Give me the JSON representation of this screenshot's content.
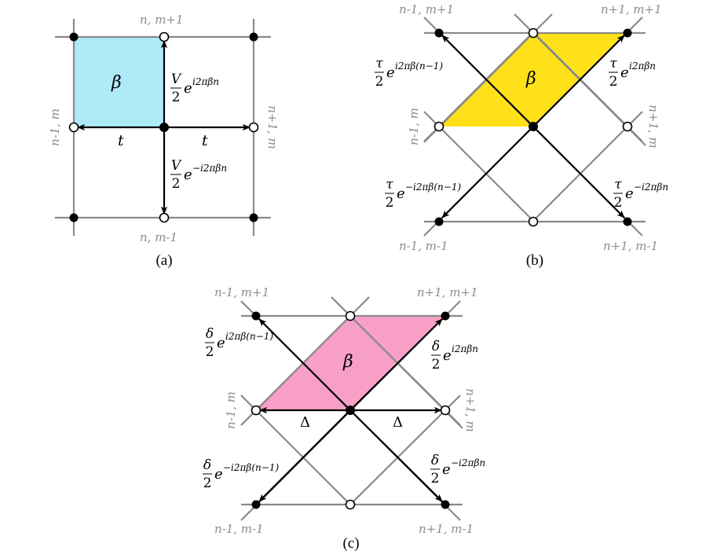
{
  "panels": {
    "a": {
      "caption": "(a)",
      "flux": "β",
      "colors": {
        "cell": "#aeeaf8"
      },
      "site_labels": {
        "top": "n, m+1",
        "bottom": "n, m-1",
        "left": "n-1, m",
        "right": "n+1, m"
      },
      "hop_labels": {
        "up": {
          "prefactor": "V",
          "denom": "2",
          "base": "e",
          "exponent": "i2πβn"
        },
        "down": {
          "prefactor": "V",
          "denom": "2",
          "base": "e",
          "exponent": "−i2πβn"
        },
        "left": "t",
        "right": "t"
      }
    },
    "b": {
      "caption": "(b)",
      "flux": "β",
      "colors": {
        "cell": "#ffe119"
      },
      "site_labels": {
        "top_left": "n-1, m+1",
        "top_right": "n+1, m+1",
        "bottom_left": "n-1, m-1",
        "bottom_right": "n+1, m-1",
        "left": "n-1, m",
        "right": "n+1, m"
      },
      "hop_labels": {
        "upper_left": {
          "prefactor": "τ",
          "denom": "2",
          "base": "e",
          "exponent": "i2πβ(n−1)"
        },
        "upper_right": {
          "prefactor": "τ",
          "denom": "2",
          "base": "e",
          "exponent": "i2πβn"
        },
        "lower_left": {
          "prefactor": "τ",
          "denom": "2",
          "base": "e",
          "exponent": "−i2πβ(n−1)"
        },
        "lower_right": {
          "prefactor": "τ",
          "denom": "2",
          "base": "e",
          "exponent": "−i2πβn"
        }
      }
    },
    "c": {
      "caption": "(c)",
      "flux": "β",
      "colors": {
        "cell": "#f89fc8"
      },
      "site_labels": {
        "top_left": "n-1, m+1",
        "top_right": "n+1, m+1",
        "bottom_left": "n-1, m-1",
        "bottom_right": "n+1, m-1",
        "left": "n-1, m",
        "right": "n+1, m"
      },
      "hop_labels": {
        "upper_left": {
          "prefactor": "δ",
          "denom": "2",
          "base": "e",
          "exponent": "i2πβ(n−1)"
        },
        "upper_right": {
          "prefactor": "δ",
          "denom": "2",
          "base": "e",
          "exponent": "i2πβn"
        },
        "lower_left": {
          "prefactor": "δ",
          "denom": "2",
          "base": "e",
          "exponent": "−i2πβ(n−1)"
        },
        "lower_right": {
          "prefactor": "δ",
          "denom": "2",
          "base": "e",
          "exponent": "−i2πβn"
        },
        "left": "Δ",
        "right": "Δ"
      }
    }
  }
}
